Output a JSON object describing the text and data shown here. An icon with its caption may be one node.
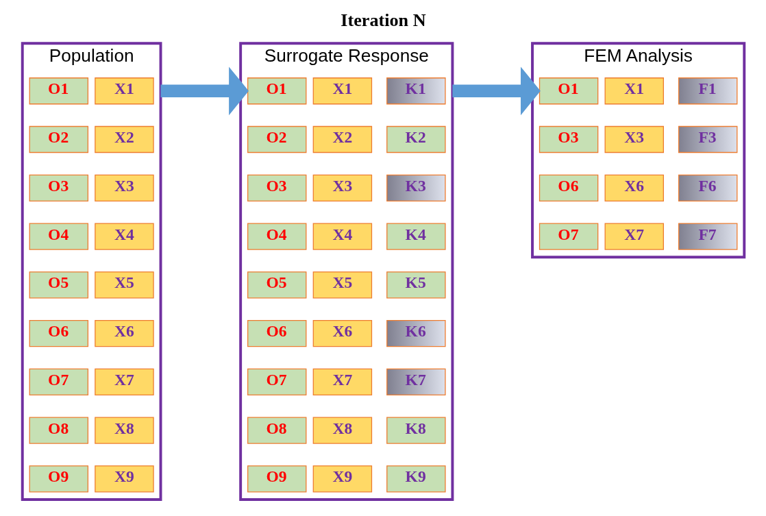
{
  "diagram": {
    "title": "Iteration N",
    "nodes": [
      {
        "text": [
          "Population"
        ]
      },
      {
        "text": [
          "O1"
        ],
        "in": 0
      },
      {
        "text": [
          "X1"
        ],
        "in": 0
      },
      {
        "text": [
          "O2"
        ],
        "in": 0
      },
      {
        "text": [
          "X2"
        ],
        "in": 0
      },
      {
        "text": [
          "O3"
        ],
        "in": 0
      },
      {
        "text": [
          "X3"
        ],
        "in": 0
      },
      {
        "text": [
          "O4"
        ],
        "in": 0
      },
      {
        "text": [
          "X4"
        ],
        "in": 0
      },
      {
        "text": [
          "O5"
        ],
        "in": 0
      },
      {
        "text": [
          "X5"
        ],
        "in": 0
      },
      {
        "text": [
          "O6"
        ],
        "in": 0
      },
      {
        "text": [
          "X6"
        ],
        "in": 0
      },
      {
        "text": [
          "O7"
        ],
        "in": 0
      },
      {
        "text": [
          "X7"
        ],
        "in": 0
      },
      {
        "text": [
          "O8"
        ],
        "in": 0
      },
      {
        "text": [
          "X8"
        ],
        "in": 0
      },
      {
        "text": [
          "O9"
        ],
        "in": 0
      },
      {
        "text": [
          "X9"
        ],
        "in": 0
      },
      {
        "text": [
          "Surrogate Response"
        ]
      },
      {
        "text": [
          "O1"
        ],
        "in": 19
      },
      {
        "text": [
          "X1"
        ],
        "in": 19
      },
      {
        "text": [
          "K1"
        ],
        "in": 19
      },
      {
        "text": [
          "O2"
        ],
        "in": 19
      },
      {
        "text": [
          "X2"
        ],
        "in": 19
      },
      {
        "text": [
          "K2"
        ],
        "in": 19
      },
      {
        "text": [
          "O3"
        ],
        "in": 19
      },
      {
        "text": [
          "X3"
        ],
        "in": 19
      },
      {
        "text": [
          "K3"
        ],
        "in": 19
      },
      {
        "text": [
          "O4"
        ],
        "in": 19
      },
      {
        "text": [
          "X4"
        ],
        "in": 19
      },
      {
        "text": [
          "K4"
        ],
        "in": 19
      },
      {
        "text": [
          "O5"
        ],
        "in": 19
      },
      {
        "text": [
          "X5"
        ],
        "in": 19
      },
      {
        "text": [
          "K5"
        ],
        "in": 19
      },
      {
        "text": [
          "O6"
        ],
        "in": 19
      },
      {
        "text": [
          "X6"
        ],
        "in": 19
      },
      {
        "text": [
          "K6"
        ],
        "in": 19
      },
      {
        "text": [
          "O7"
        ],
        "in": 19
      },
      {
        "text": [
          "X7"
        ],
        "in": 19
      },
      {
        "text": [
          "K7"
        ],
        "in": 19
      },
      {
        "text": [
          "O8"
        ],
        "in": 19
      },
      {
        "text": [
          "X8"
        ],
        "in": 19
      },
      {
        "text": [
          "K8"
        ],
        "in": 19
      },
      {
        "text": [
          "O9"
        ],
        "in": 19
      },
      {
        "text": [
          "X9"
        ],
        "in": 19
      },
      {
        "text": [
          "K9"
        ],
        "in": 19
      },
      {
        "text": [
          "FEM Analysis"
        ]
      },
      {
        "text": [
          "O1"
        ],
        "in": 47
      },
      {
        "text": [
          "X1"
        ],
        "in": 47
      },
      {
        "text": [
          "F1"
        ],
        "in": 47
      },
      {
        "text": [
          "O3"
        ],
        "in": 47
      },
      {
        "text": [
          "X3"
        ],
        "in": 47
      },
      {
        "text": [
          "F3"
        ],
        "in": 47
      },
      {
        "text": [
          "O6"
        ],
        "in": 47
      },
      {
        "text": [
          "X6"
        ],
        "in": 47
      },
      {
        "text": [
          "F6"
        ],
        "in": 47
      },
      {
        "text": [
          "O7"
        ],
        "in": 47
      },
      {
        "text": [
          "X7"
        ],
        "in": 47
      },
      {
        "text": [
          "F7"
        ],
        "in": 47
      }
    ],
    "edges": [
      {
        "from": 0,
        "to": 19,
        "arrow": "to"
      },
      {
        "from": 19,
        "to": 47,
        "arrow": "to"
      }
    ]
  }
}
